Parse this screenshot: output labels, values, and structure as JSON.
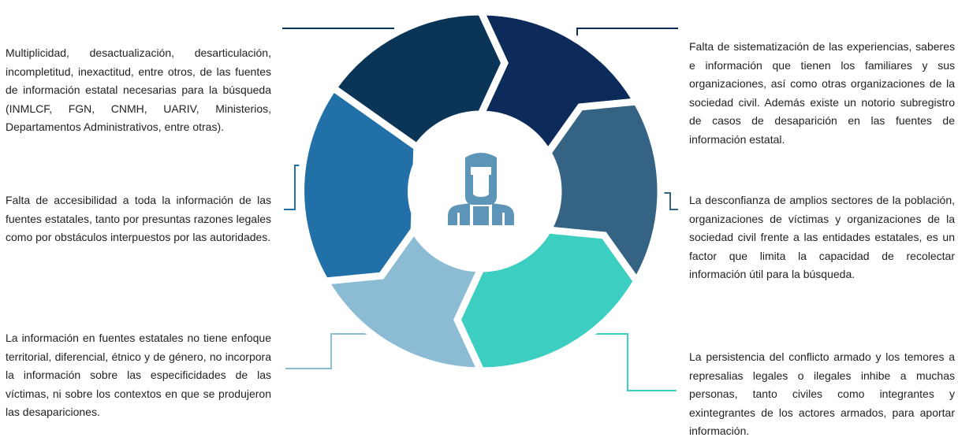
{
  "texts": {
    "left_top": "Multiplicidad, desactualización, desarticulación, incompletitud, inexactitud, entre otros, de las fuentes de información estatal necesarias para la búsqueda (INMLCF, FGN, CNMH, UARIV, Ministerios, Departamentos Administrativos, entre otras).",
    "left_mid": "Falta de accesibilidad a toda la información de las fuentes estatales, tanto por presuntas razones legales como por obstáculos interpuestos por las autoridades.",
    "left_bottom": "La información en fuentes estatales no tiene enfoque territorial, diferencial, étnico y de género, no incorpora la información sobre las especificidades de las víctimas, ni sobre los contextos en que se produjeron las desapariciones.",
    "right_top": "Falta de sistematización de las experiencias, saberes e información que tienen los familiares y sus organizaciones, así como otras organizaciones de la sociedad civil. Además existe un notorio subregistro de casos de desaparición en las fuentes de información estatal.",
    "right_mid": "La desconfianza de amplios sectores de la población, organizaciones de víctimas y organizaciones de la sociedad civil frente a las entidades estatales, es un factor que limita la capacidad de recolectar información útil para la búsqueda.",
    "right_bottom": "La persistencia del conflicto armado y los temores a represalias legales o ilegales inhibe a muchas personas, tanto civiles como integrantes y exintegrantes de los actores armados, para aportar información."
  },
  "colors": {
    "segment_top_left": "#0b3556",
    "segment_top_right": "#0c2a5a",
    "segment_right": "#356383",
    "segment_bottom_right": "#3ccfc1",
    "segment_bottom_left": "#8bbcd3",
    "segment_left": "#2170a8",
    "center_icon": "#5d95b8",
    "hub": "#ffffff"
  },
  "icon": "person-icon"
}
